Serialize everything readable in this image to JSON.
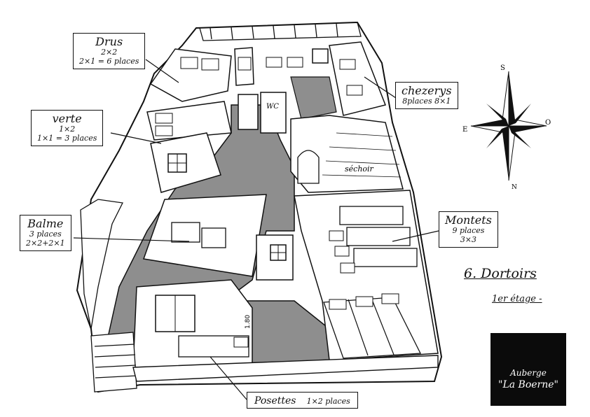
{
  "rooms": {
    "drus": {
      "name": "Drus",
      "line1": "2×2",
      "line2": "2×1 = 6 places"
    },
    "verte": {
      "name": "verte",
      "line1": "1×2",
      "line2": "1×1 = 3 places"
    },
    "balme": {
      "name": "Balme",
      "line1": "3 places",
      "line2": "2×2+2×1"
    },
    "chezerys": {
      "name": "chezerys",
      "line1": "8places 8×1"
    },
    "montets": {
      "name": "Montets",
      "line1": "9 places",
      "line2": "3×3"
    },
    "posettes": {
      "name": "Posettes",
      "line1": "1×2 places"
    }
  },
  "labels": {
    "wc": "WC",
    "sechoir": "séchoir",
    "height_mark": "1.80",
    "title": "6. Dortoirs",
    "subtitle": "1er étage -"
  },
  "compass": {
    "n": "N",
    "s": "S",
    "e": "E",
    "o": "O"
  },
  "logo": {
    "line1": "Auberge",
    "line2": "\"La Boerne\""
  },
  "colors": {
    "ink": "#111111",
    "floor": "#8e8e8e",
    "logo_bg": "#0b0b0b"
  }
}
